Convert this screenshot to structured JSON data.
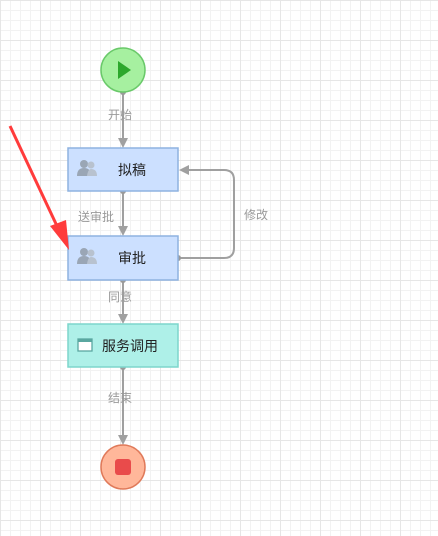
{
  "colors": {
    "start_fill": "#a6f0a0",
    "start_stroke": "#6ac96a",
    "start_icon": "#2da82d",
    "end_fill": "#ffb79a",
    "end_stroke": "#e07a5a",
    "end_icon": "#e94b4b",
    "task_fill": "#cce0ff",
    "task_stroke": "#8eb2e0",
    "service_fill": "#aef0e8",
    "service_stroke": "#7dd6cc",
    "edge": "#a0a0a0",
    "arrow_annotation": "#ff3b3b"
  },
  "nodes": {
    "start": {
      "icon": "play-icon"
    },
    "draft": {
      "label": "拟稿",
      "icon": "users-icon"
    },
    "approve": {
      "label": "审批",
      "icon": "users-icon"
    },
    "service": {
      "label": "服务调用",
      "icon": "window-icon"
    },
    "end": {
      "icon": "stop-icon"
    }
  },
  "edges": {
    "start_draft": "开始",
    "draft_approve": "送审批",
    "approve_draft": "修改",
    "approve_service": "同意",
    "service_end": "结束"
  }
}
